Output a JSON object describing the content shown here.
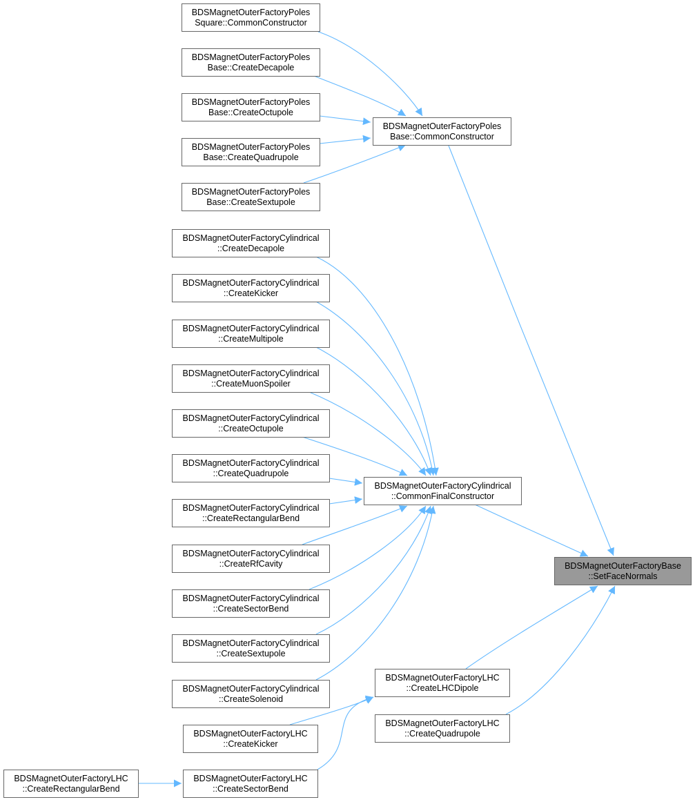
{
  "colors": {
    "edge": "#63b8ff",
    "node_border": "#666666",
    "highlight_fill": "#999999"
  },
  "nodes": [
    {
      "id": "poles_square_cc",
      "lines": [
        "BDSMagnetOuterFactoryPoles",
        "Square::CommonConstructor"
      ],
      "interactable": true
    },
    {
      "id": "poles_base_decapole",
      "lines": [
        "BDSMagnetOuterFactoryPoles",
        "Base::CreateDecapole"
      ],
      "interactable": true
    },
    {
      "id": "poles_base_octupole",
      "lines": [
        "BDSMagnetOuterFactoryPoles",
        "Base::CreateOctupole"
      ],
      "interactable": true
    },
    {
      "id": "poles_base_quadrupole",
      "lines": [
        "BDSMagnetOuterFactoryPoles",
        "Base::CreateQuadrupole"
      ],
      "interactable": true
    },
    {
      "id": "poles_base_sextupole",
      "lines": [
        "BDSMagnetOuterFactoryPoles",
        "Base::CreateSextupole"
      ],
      "interactable": true
    },
    {
      "id": "poles_base_cc",
      "lines": [
        "BDSMagnetOuterFactoryPoles",
        "Base::CommonConstructor"
      ],
      "interactable": true
    },
    {
      "id": "cyl_decapole",
      "lines": [
        "BDSMagnetOuterFactoryCylindrical",
        "::CreateDecapole"
      ],
      "interactable": true
    },
    {
      "id": "cyl_kicker",
      "lines": [
        "BDSMagnetOuterFactoryCylindrical",
        "::CreateKicker"
      ],
      "interactable": true
    },
    {
      "id": "cyl_multipole",
      "lines": [
        "BDSMagnetOuterFactoryCylindrical",
        "::CreateMultipole"
      ],
      "interactable": true
    },
    {
      "id": "cyl_muonspoiler",
      "lines": [
        "BDSMagnetOuterFactoryCylindrical",
        "::CreateMuonSpoiler"
      ],
      "interactable": true
    },
    {
      "id": "cyl_octupole",
      "lines": [
        "BDSMagnetOuterFactoryCylindrical",
        "::CreateOctupole"
      ],
      "interactable": true
    },
    {
      "id": "cyl_quadrupole",
      "lines": [
        "BDSMagnetOuterFactoryCylindrical",
        "::CreateQuadrupole"
      ],
      "interactable": true
    },
    {
      "id": "cyl_rectbend",
      "lines": [
        "BDSMagnetOuterFactoryCylindrical",
        "::CreateRectangularBend"
      ],
      "interactable": true
    },
    {
      "id": "cyl_rfcavity",
      "lines": [
        "BDSMagnetOuterFactoryCylindrical",
        "::CreateRfCavity"
      ],
      "interactable": true
    },
    {
      "id": "cyl_sectorbend",
      "lines": [
        "BDSMagnetOuterFactoryCylindrical",
        "::CreateSectorBend"
      ],
      "interactable": true
    },
    {
      "id": "cyl_sextupole",
      "lines": [
        "BDSMagnetOuterFactoryCylindrical",
        "::CreateSextupole"
      ],
      "interactable": true
    },
    {
      "id": "cyl_solenoid",
      "lines": [
        "BDSMagnetOuterFactoryCylindrical",
        "::CreateSolenoid"
      ],
      "interactable": true
    },
    {
      "id": "cyl_cfc",
      "lines": [
        "BDSMagnetOuterFactoryCylindrical",
        "::CommonFinalConstructor"
      ],
      "interactable": true
    },
    {
      "id": "lhc_dipole",
      "lines": [
        "BDSMagnetOuterFactoryLHC",
        "::CreateLHCDipole"
      ],
      "interactable": true
    },
    {
      "id": "lhc_quadrupole",
      "lines": [
        "BDSMagnetOuterFactoryLHC",
        "::CreateQuadrupole"
      ],
      "interactable": true
    },
    {
      "id": "lhc_kicker",
      "lines": [
        "BDSMagnetOuterFactoryLHC",
        "::CreateKicker"
      ],
      "interactable": true
    },
    {
      "id": "lhc_sectorbend",
      "lines": [
        "BDSMagnetOuterFactoryLHC",
        "::CreateSectorBend"
      ],
      "interactable": true
    },
    {
      "id": "lhc_rectbend",
      "lines": [
        "BDSMagnetOuterFactoryLHC",
        "::CreateRectangularBend"
      ],
      "interactable": true
    },
    {
      "id": "base_setfacenormals",
      "lines": [
        "BDSMagnetOuterFactoryBase",
        "::SetFaceNormals"
      ],
      "highlighted": true,
      "interactable": false
    }
  ],
  "edges": [
    {
      "from": "poles_square_cc",
      "to": "poles_base_cc"
    },
    {
      "from": "poles_base_decapole",
      "to": "poles_base_cc"
    },
    {
      "from": "poles_base_octupole",
      "to": "poles_base_cc"
    },
    {
      "from": "poles_base_quadrupole",
      "to": "poles_base_cc"
    },
    {
      "from": "poles_base_sextupole",
      "to": "poles_base_cc"
    },
    {
      "from": "poles_base_cc",
      "to": "base_setfacenormals"
    },
    {
      "from": "cyl_decapole",
      "to": "cyl_cfc"
    },
    {
      "from": "cyl_kicker",
      "to": "cyl_cfc"
    },
    {
      "from": "cyl_multipole",
      "to": "cyl_cfc"
    },
    {
      "from": "cyl_muonspoiler",
      "to": "cyl_cfc"
    },
    {
      "from": "cyl_octupole",
      "to": "cyl_cfc"
    },
    {
      "from": "cyl_quadrupole",
      "to": "cyl_cfc"
    },
    {
      "from": "cyl_rectbend",
      "to": "cyl_cfc"
    },
    {
      "from": "cyl_rfcavity",
      "to": "cyl_cfc"
    },
    {
      "from": "cyl_sectorbend",
      "to": "cyl_cfc"
    },
    {
      "from": "cyl_sextupole",
      "to": "cyl_cfc"
    },
    {
      "from": "cyl_solenoid",
      "to": "cyl_cfc"
    },
    {
      "from": "cyl_cfc",
      "to": "base_setfacenormals"
    },
    {
      "from": "lhc_dipole",
      "to": "base_setfacenormals"
    },
    {
      "from": "lhc_quadrupole",
      "to": "base_setfacenormals"
    },
    {
      "from": "lhc_kicker",
      "to": "lhc_dipole"
    },
    {
      "from": "lhc_sectorbend",
      "to": "lhc_dipole"
    },
    {
      "from": "lhc_rectbend",
      "to": "lhc_sectorbend"
    }
  ]
}
